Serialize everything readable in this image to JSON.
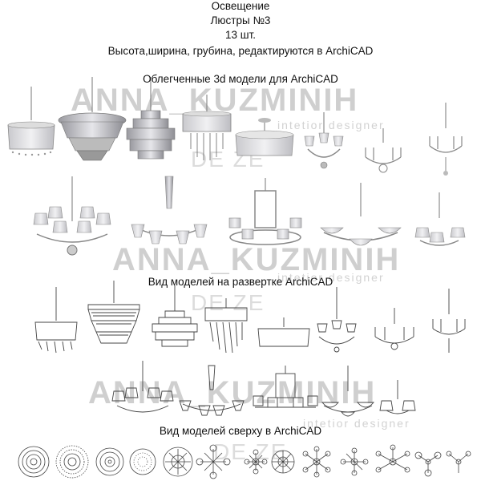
{
  "header": {
    "category": "Освещение",
    "collection": "Люстры  №3",
    "count": "13 шт.",
    "note": "Высота,ширина, грубина, редактируются в ArchiCAD"
  },
  "sections": {
    "render_title": "Облегченные 3d модели для ArchiCAD",
    "elevation_title": "Вид моделей на развертке ArchiCAD",
    "plan_title": "Вид моделей сверху в ArchiCAD"
  },
  "watermark": {
    "name": "ANNA_KUZMINIH",
    "role": "intetior designer",
    "mark": "DE ZE"
  }
}
